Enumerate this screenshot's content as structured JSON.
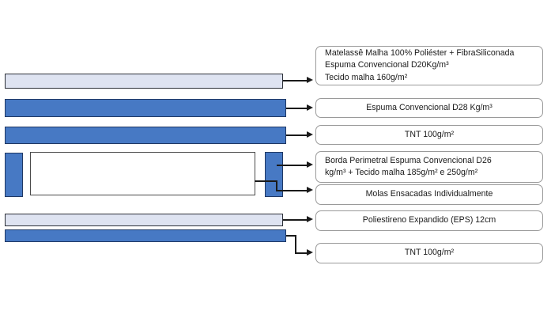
{
  "diagram": {
    "title": "Mattress layer composition diagram",
    "colors": {
      "light_layer": "#dee3f1",
      "blue_layer": "#4779c4",
      "blue_layer_border": "#1f3864",
      "layer_border": "#2c3038",
      "box_border": "#9a9a9a",
      "connector": "#1a1a1a",
      "background": "#ffffff"
    }
  },
  "layers": [
    {
      "name": "quilt-top-layer",
      "kind": "light"
    },
    {
      "name": "foam-d28-layer",
      "kind": "blue"
    },
    {
      "name": "tnt-upper-layer",
      "kind": "blue"
    },
    {
      "name": "perimeter-border-left",
      "kind": "blue"
    },
    {
      "name": "pocket-spring-core",
      "kind": "white"
    },
    {
      "name": "perimeter-border-right",
      "kind": "blue"
    },
    {
      "name": "eps-base-layer",
      "kind": "light"
    },
    {
      "name": "tnt-bottom-layer",
      "kind": "blue"
    }
  ],
  "labels": [
    {
      "name": "label-quilt-top",
      "lines": [
        "Matelassê Malha 100% Poliéster + FibraSiliconada",
        "Espuma Convencional D20Kg/m³",
        "Tecido malha 160g/m²"
      ]
    },
    {
      "name": "label-foam-d28",
      "lines": [
        "Espuma Convencional D28 Kg/m³"
      ]
    },
    {
      "name": "label-tnt-upper",
      "lines": [
        "TNT 100g/m²"
      ]
    },
    {
      "name": "label-perimeter-border",
      "lines": [
        "Borda Perimetral Espuma Convencional D26",
        "kg/m³ + Tecido malha 185g/m² e 250g/m²"
      ]
    },
    {
      "name": "label-pocket-springs",
      "lines": [
        "Molas Ensacadas Individualmente"
      ]
    },
    {
      "name": "label-eps-base",
      "lines": [
        "Poliestireno Expandido (EPS) 12cm"
      ]
    },
    {
      "name": "label-tnt-bottom",
      "lines": [
        "TNT 100g/m²"
      ]
    }
  ]
}
